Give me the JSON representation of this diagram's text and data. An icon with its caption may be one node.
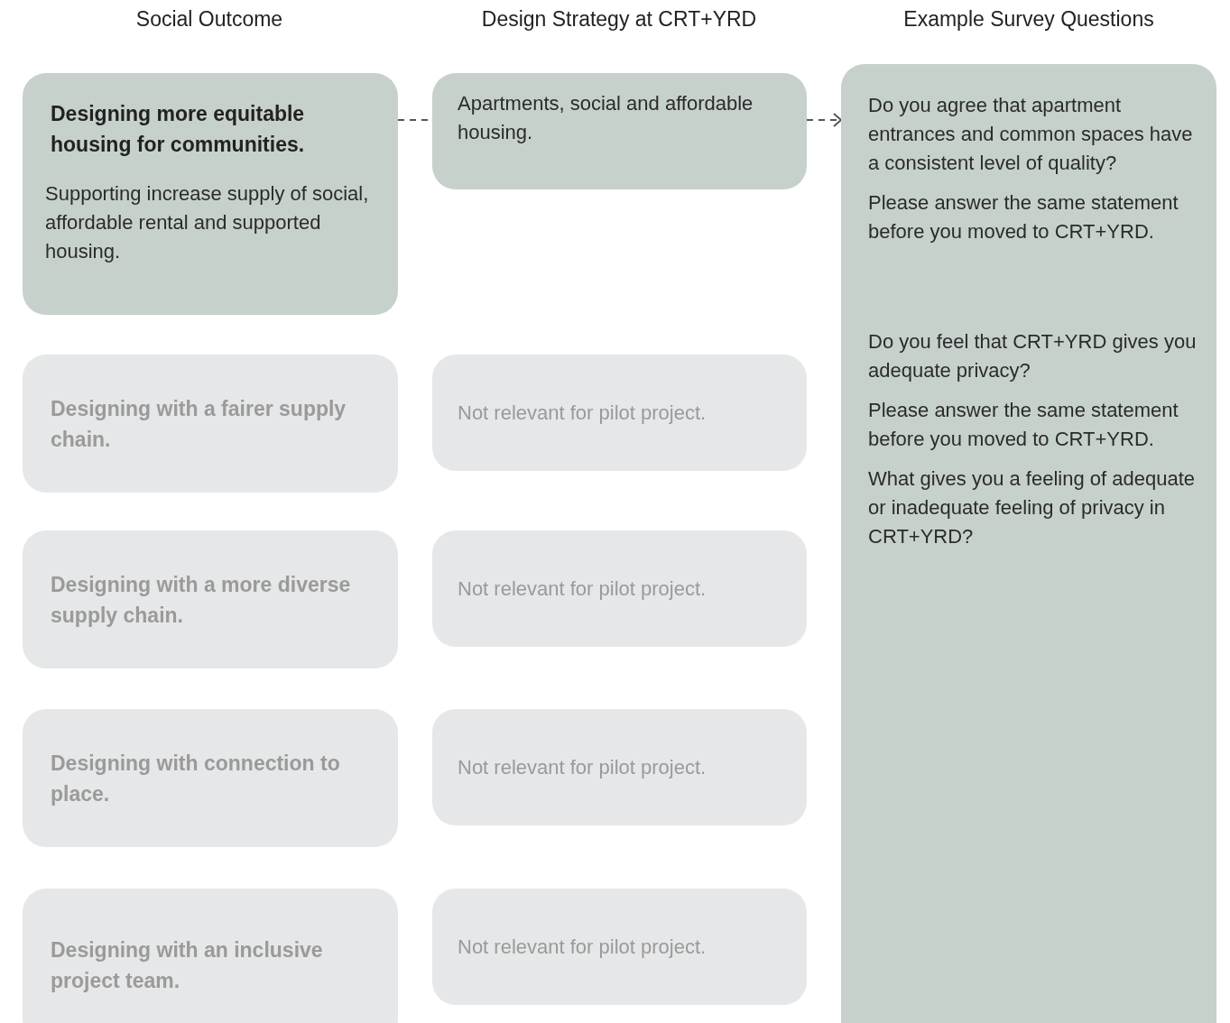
{
  "diagram": {
    "nodes": [
      {
        "text": [
          "Designing more equitable housing for communities.",
          "Supporting increase supply of social, affordable rental and supported housing."
        ]
      },
      {
        "text": [
          "Apartments, social and affordable housing."
        ]
      },
      {
        "text": [
          "Do you agree that apartment entrances and common spaces have a consistent level of quality?",
          "Please answer the same statement before you moved to CRT+YRD.",
          "Do you feel that CRT+YRD gives you adequate privacy?",
          "Please answer the same statement before you moved to CRT+YRD.",
          "What gives you a feeling of adequate or inadequate feeling of privacy in CRT+YRD?"
        ]
      },
      {
        "text": [
          "Designing with a fairer supply chain."
        ]
      },
      {
        "text": [
          "Not relevant for pilot project."
        ]
      },
      {
        "text": [
          "Designing with a more diverse supply chain."
        ]
      },
      {
        "text": [
          "Not relevant for pilot project."
        ]
      },
      {
        "text": [
          "Designing with connection to place."
        ]
      },
      {
        "text": [
          "Not relevant for pilot project."
        ]
      },
      {
        "text": [
          "Designing with an inclusive project team."
        ]
      },
      {
        "text": [
          "Not relevant for pilot project."
        ]
      }
    ],
    "edges": [
      {
        "from": 0,
        "to": 1,
        "arrow": "none",
        "style": "dashed"
      },
      {
        "from": 1,
        "to": 2,
        "arrow": "to",
        "style": "dashed"
      }
    ],
    "labels": [
      "Social Outcome",
      "Design Strategy at CRT+YRD",
      "Example Survey Questions"
    ]
  }
}
